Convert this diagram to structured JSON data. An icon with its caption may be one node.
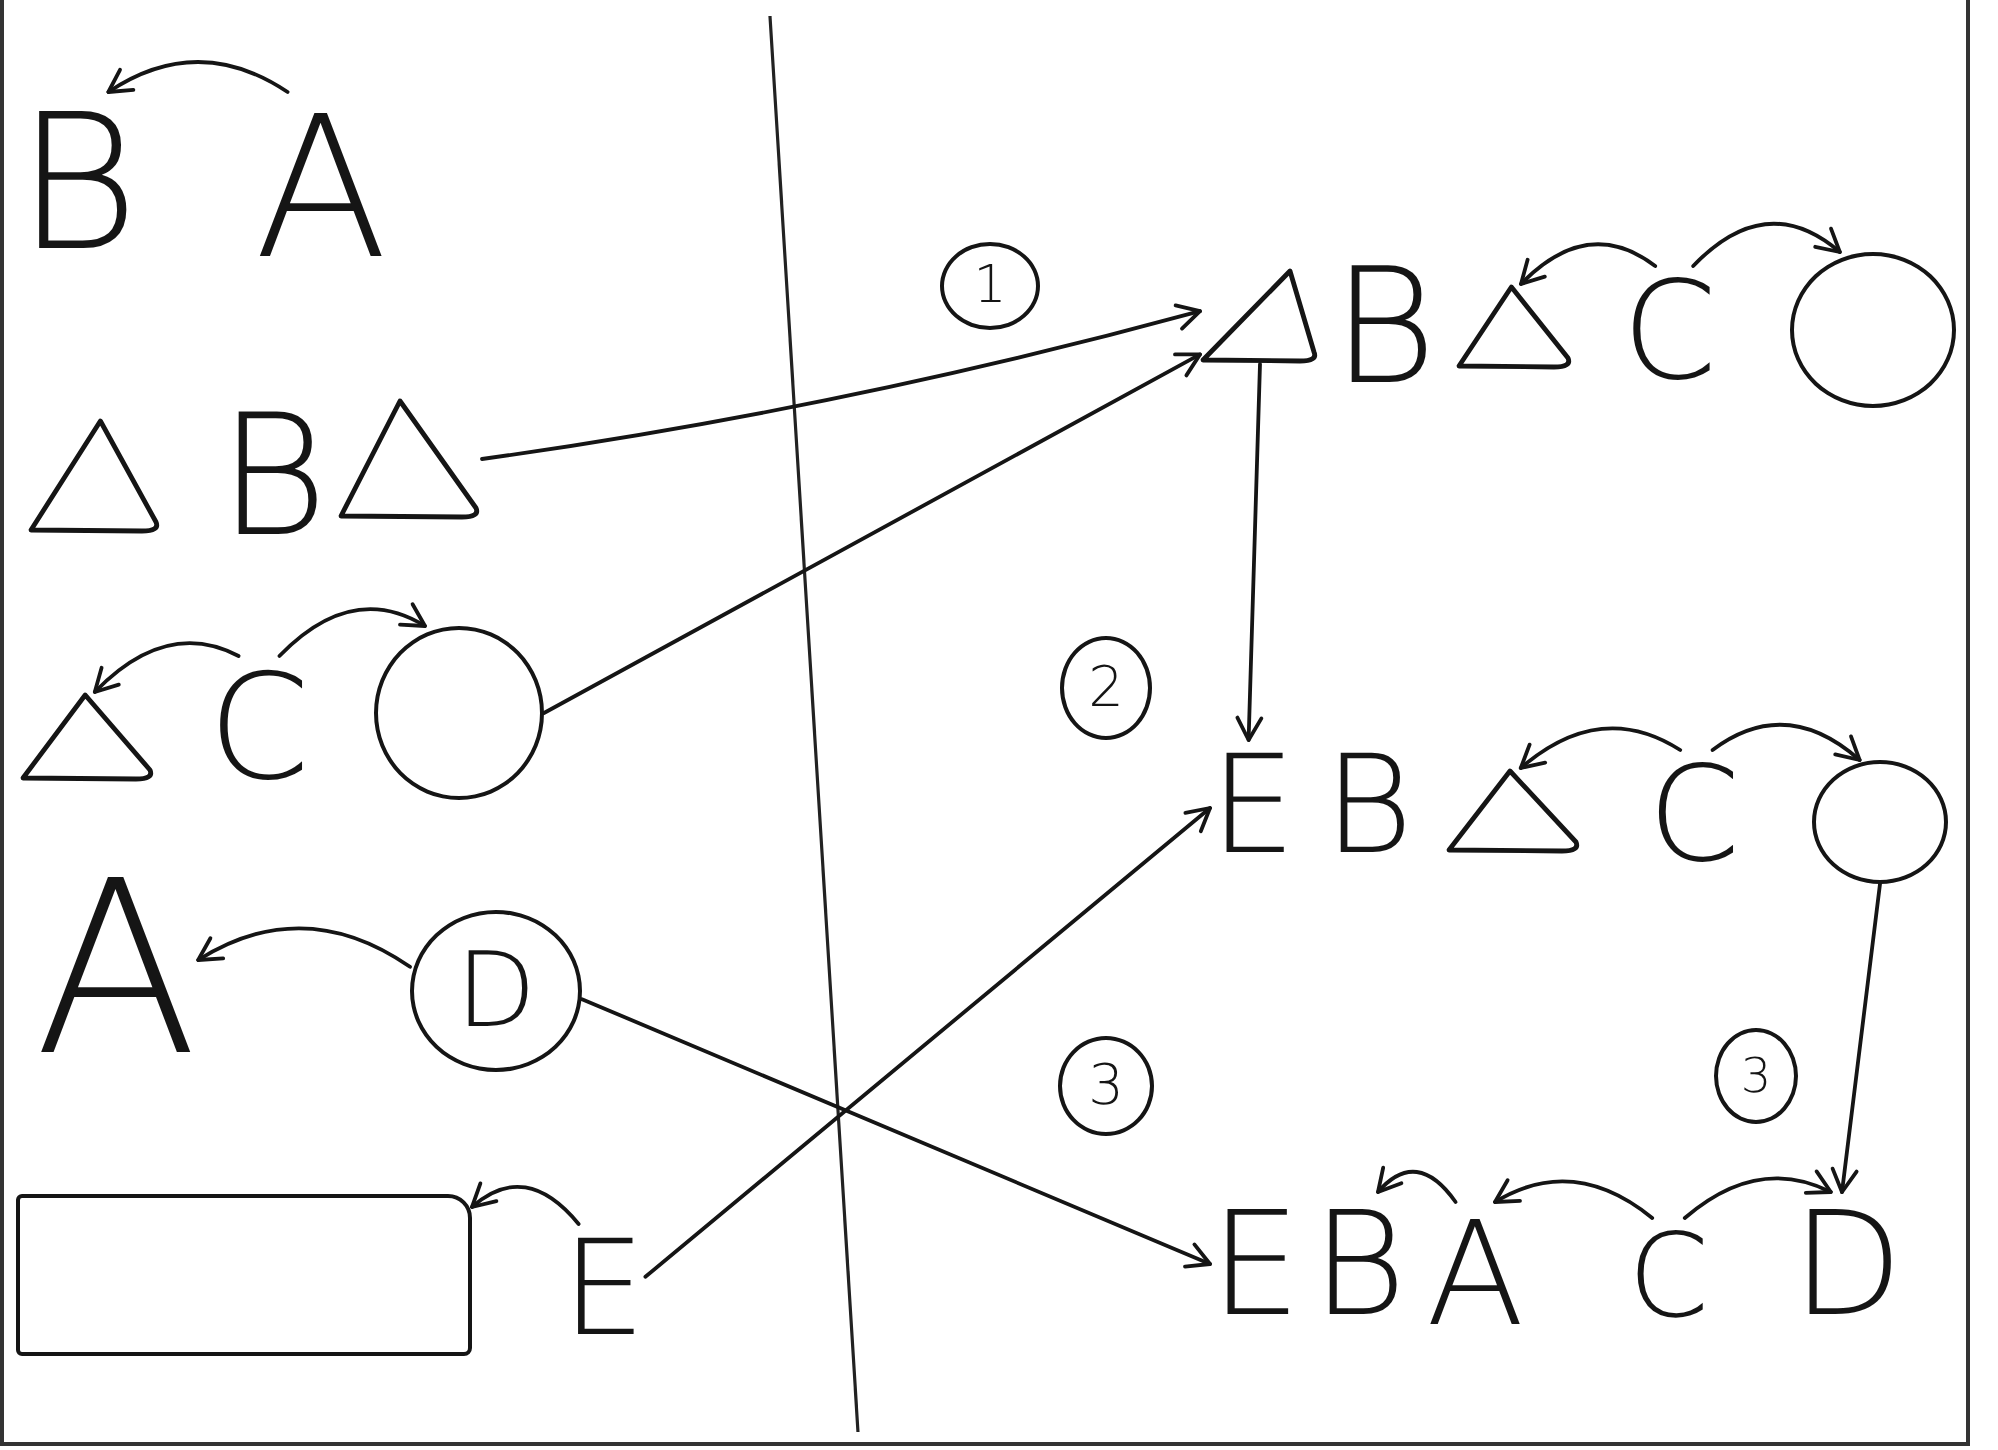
{
  "diagram": {
    "nodes": [
      {
        "text": [
          "B"
        ]
      },
      {
        "text": [
          "A"
        ]
      },
      {
        "text": [],
        "shape": "triangle"
      },
      {
        "text": [],
        "shape": "triangle"
      },
      {
        "text": [],
        "shape": "triangle"
      },
      {
        "text": [
          "C"
        ]
      },
      {
        "text": [],
        "shape": "circle"
      },
      {
        "text": [
          "A"
        ]
      },
      {
        "text": [
          "D"
        ]
      },
      {
        "text": [],
        "shape": "box"
      },
      {
        "text": [
          "E"
        ]
      },
      {
        "text": [],
        "shape": "triangle"
      },
      {
        "text": [],
        "shape": "triangle"
      },
      {
        "text": [
          "C"
        ]
      },
      {
        "text": [],
        "shape": "circle"
      },
      {
        "text": [
          "E"
        ]
      },
      {
        "text": [],
        "shape": "triangle"
      },
      {
        "text": [
          "C"
        ]
      },
      {
        "text": [],
        "shape": "circle"
      },
      {
        "text": [
          "E"
        ]
      },
      {
        "text": [
          "B"
        ]
      },
      {
        "text": [
          "A"
        ]
      },
      {
        "text": [
          "C"
        ]
      },
      {
        "text": [
          "D"
        ]
      }
    ],
    "edges": [
      {
        "from": 1,
        "to": 0,
        "arrow": "to"
      },
      {
        "from": 5,
        "to": 4,
        "arrow": "to"
      },
      {
        "from": 5,
        "to": 6,
        "arrow": "to"
      },
      {
        "from": 8,
        "to": 7,
        "arrow": "to"
      },
      {
        "from": 10,
        "to": 9,
        "arrow": "to"
      },
      {
        "from": 3,
        "to": 11,
        "arrow": "to"
      },
      {
        "from": 6,
        "to": 11,
        "arrow": "to"
      },
      {
        "from": 8,
        "to": 19,
        "arrow": "to"
      },
      {
        "from": 10,
        "to": 15,
        "arrow": "to"
      },
      {
        "from": 13,
        "to": 12,
        "arrow": "to"
      },
      {
        "from": 13,
        "to": 14,
        "arrow": "to"
      },
      {
        "from": 11,
        "to": 15,
        "arrow": "to"
      },
      {
        "from": 17,
        "to": 16,
        "arrow": "to"
      },
      {
        "from": 17,
        "to": 18,
        "arrow": "to"
      },
      {
        "from": 18,
        "to": 23,
        "arrow": "to"
      },
      {
        "from": 21,
        "to": 20,
        "arrow": "to"
      },
      {
        "from": 22,
        "to": 21,
        "arrow": "to"
      },
      {
        "from": 22,
        "to": 23,
        "arrow": "to"
      }
    ],
    "labels": [
      "B",
      "1",
      "B",
      "2",
      "B",
      "3",
      "3"
    ]
  }
}
